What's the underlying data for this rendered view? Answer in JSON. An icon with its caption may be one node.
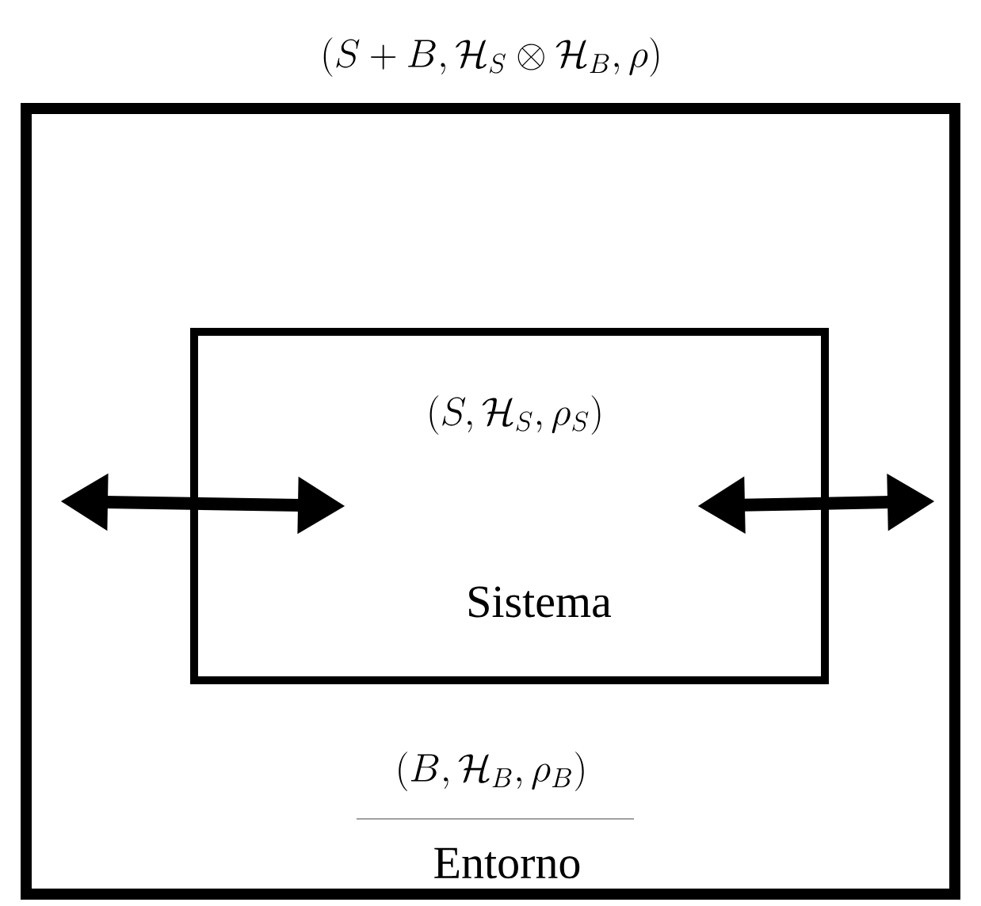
{
  "diagram": {
    "nodes": [
      {
        "text": [
          "(S+B,\\mathcal{H}_S\\otimes\\mathcal{H}_B,\\rho)",
          "(B,\\mathcal{H}_B,\\rho_B)",
          "Entorno"
        ]
      },
      {
        "text": [
          "(S,\\mathcal{H}_S,\\rho_S)",
          "Sistema"
        ],
        "in": 0
      }
    ],
    "edges": [
      {
        "from": 0,
        "to": 1,
        "arrow": "both"
      },
      {
        "from": 0,
        "to": 1,
        "arrow": "both"
      }
    ]
  }
}
